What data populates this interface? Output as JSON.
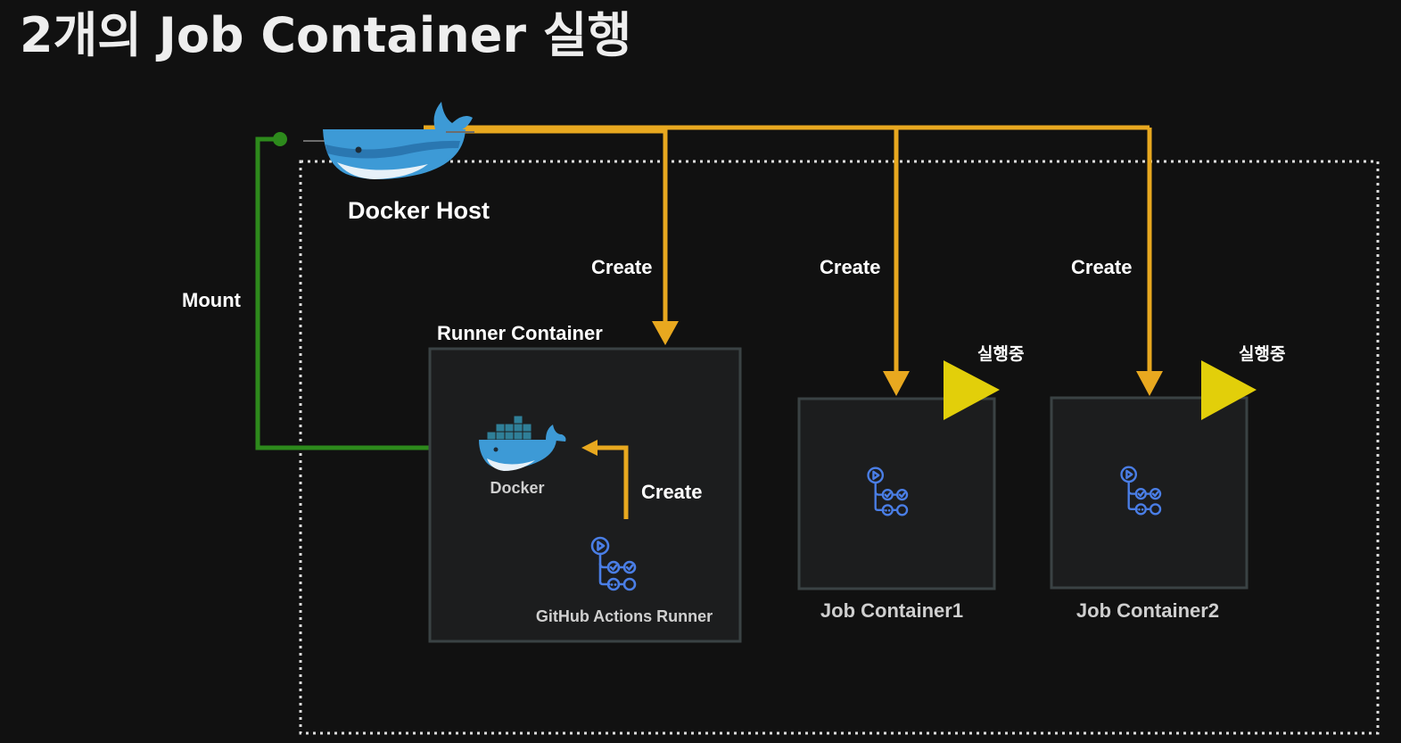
{
  "title": "2개의 Job Container 실행",
  "docker_host": {
    "label": "Docker Host",
    "icon": "docker-whale-icon"
  },
  "mount_label": "Mount",
  "create_label": "Create",
  "runner_container": {
    "label": "Runner Container",
    "docker_label": "Docker",
    "runner_label": "GitHub Actions Runner"
  },
  "job_containers": [
    {
      "label": "Job Container1",
      "status": "실행중",
      "icon": "github-actions-workflow-icon"
    },
    {
      "label": "Job Container2",
      "status": "실행중",
      "icon": "github-actions-workflow-icon"
    }
  ],
  "colors": {
    "background": "#111111",
    "create_arrow": "#e8a81f",
    "mount_line": "#2d8a1c",
    "running_triangle": "#e2cf0a",
    "container_fill": "#1c1d1e",
    "container_border": "#3a4244",
    "actions_icon": "#4a7ee6",
    "docker_blue": "#3d9ad6",
    "boundary": "#dddddd"
  }
}
